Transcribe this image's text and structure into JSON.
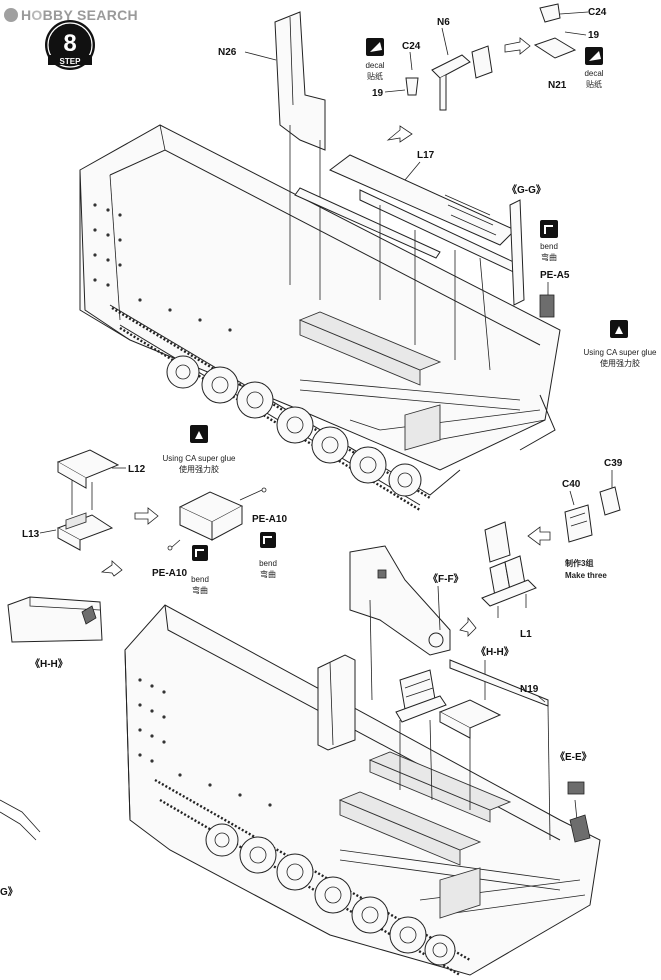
{
  "header": {
    "site": "HOBBY SEARCH",
    "brand_hobby": "H",
    "brand_o": "O",
    "brand_rest": "BBY SEARCH"
  },
  "step": {
    "word": "STEP",
    "number": "8"
  },
  "parts": {
    "n26": "N26",
    "n6": "N6",
    "c24_a": "C24",
    "c24_b": "C24",
    "p19_a": "19",
    "p19_b": "19",
    "n21": "N21",
    "l17": "L17",
    "pe_a5": "PE-A5",
    "l12": "L12",
    "l13": "L13",
    "pe_a10_r": "PE-A10",
    "pe_a10_l": "PE-A10",
    "c39": "C39",
    "c40": "C40",
    "l1": "L1",
    "n19": "N19"
  },
  "views": {
    "gg": "《G-G》",
    "ff": "《F-F》",
    "hh_top": "《H-H》",
    "hh_side": "《H-H》",
    "ee": "《E-E》",
    "g_cut": "G》"
  },
  "icons": {
    "decal1": {
      "en": "decal",
      "zh": "贴纸"
    },
    "decal2": {
      "en": "decal",
      "zh": "贴纸"
    },
    "bend1": {
      "en": "bend",
      "zh": "弯曲"
    },
    "bend2": {
      "en": "bend",
      "zh": "弯曲"
    },
    "bend3": {
      "en": "bend",
      "zh": "弯曲"
    },
    "glue1": {
      "en": "Using CA super glue",
      "zh": "使用强力胶"
    },
    "glue2": {
      "en": "Using CA super glue",
      "zh": "使用强力胶"
    }
  },
  "make_three": {
    "zh": "制作3组",
    "en": "Make three"
  }
}
